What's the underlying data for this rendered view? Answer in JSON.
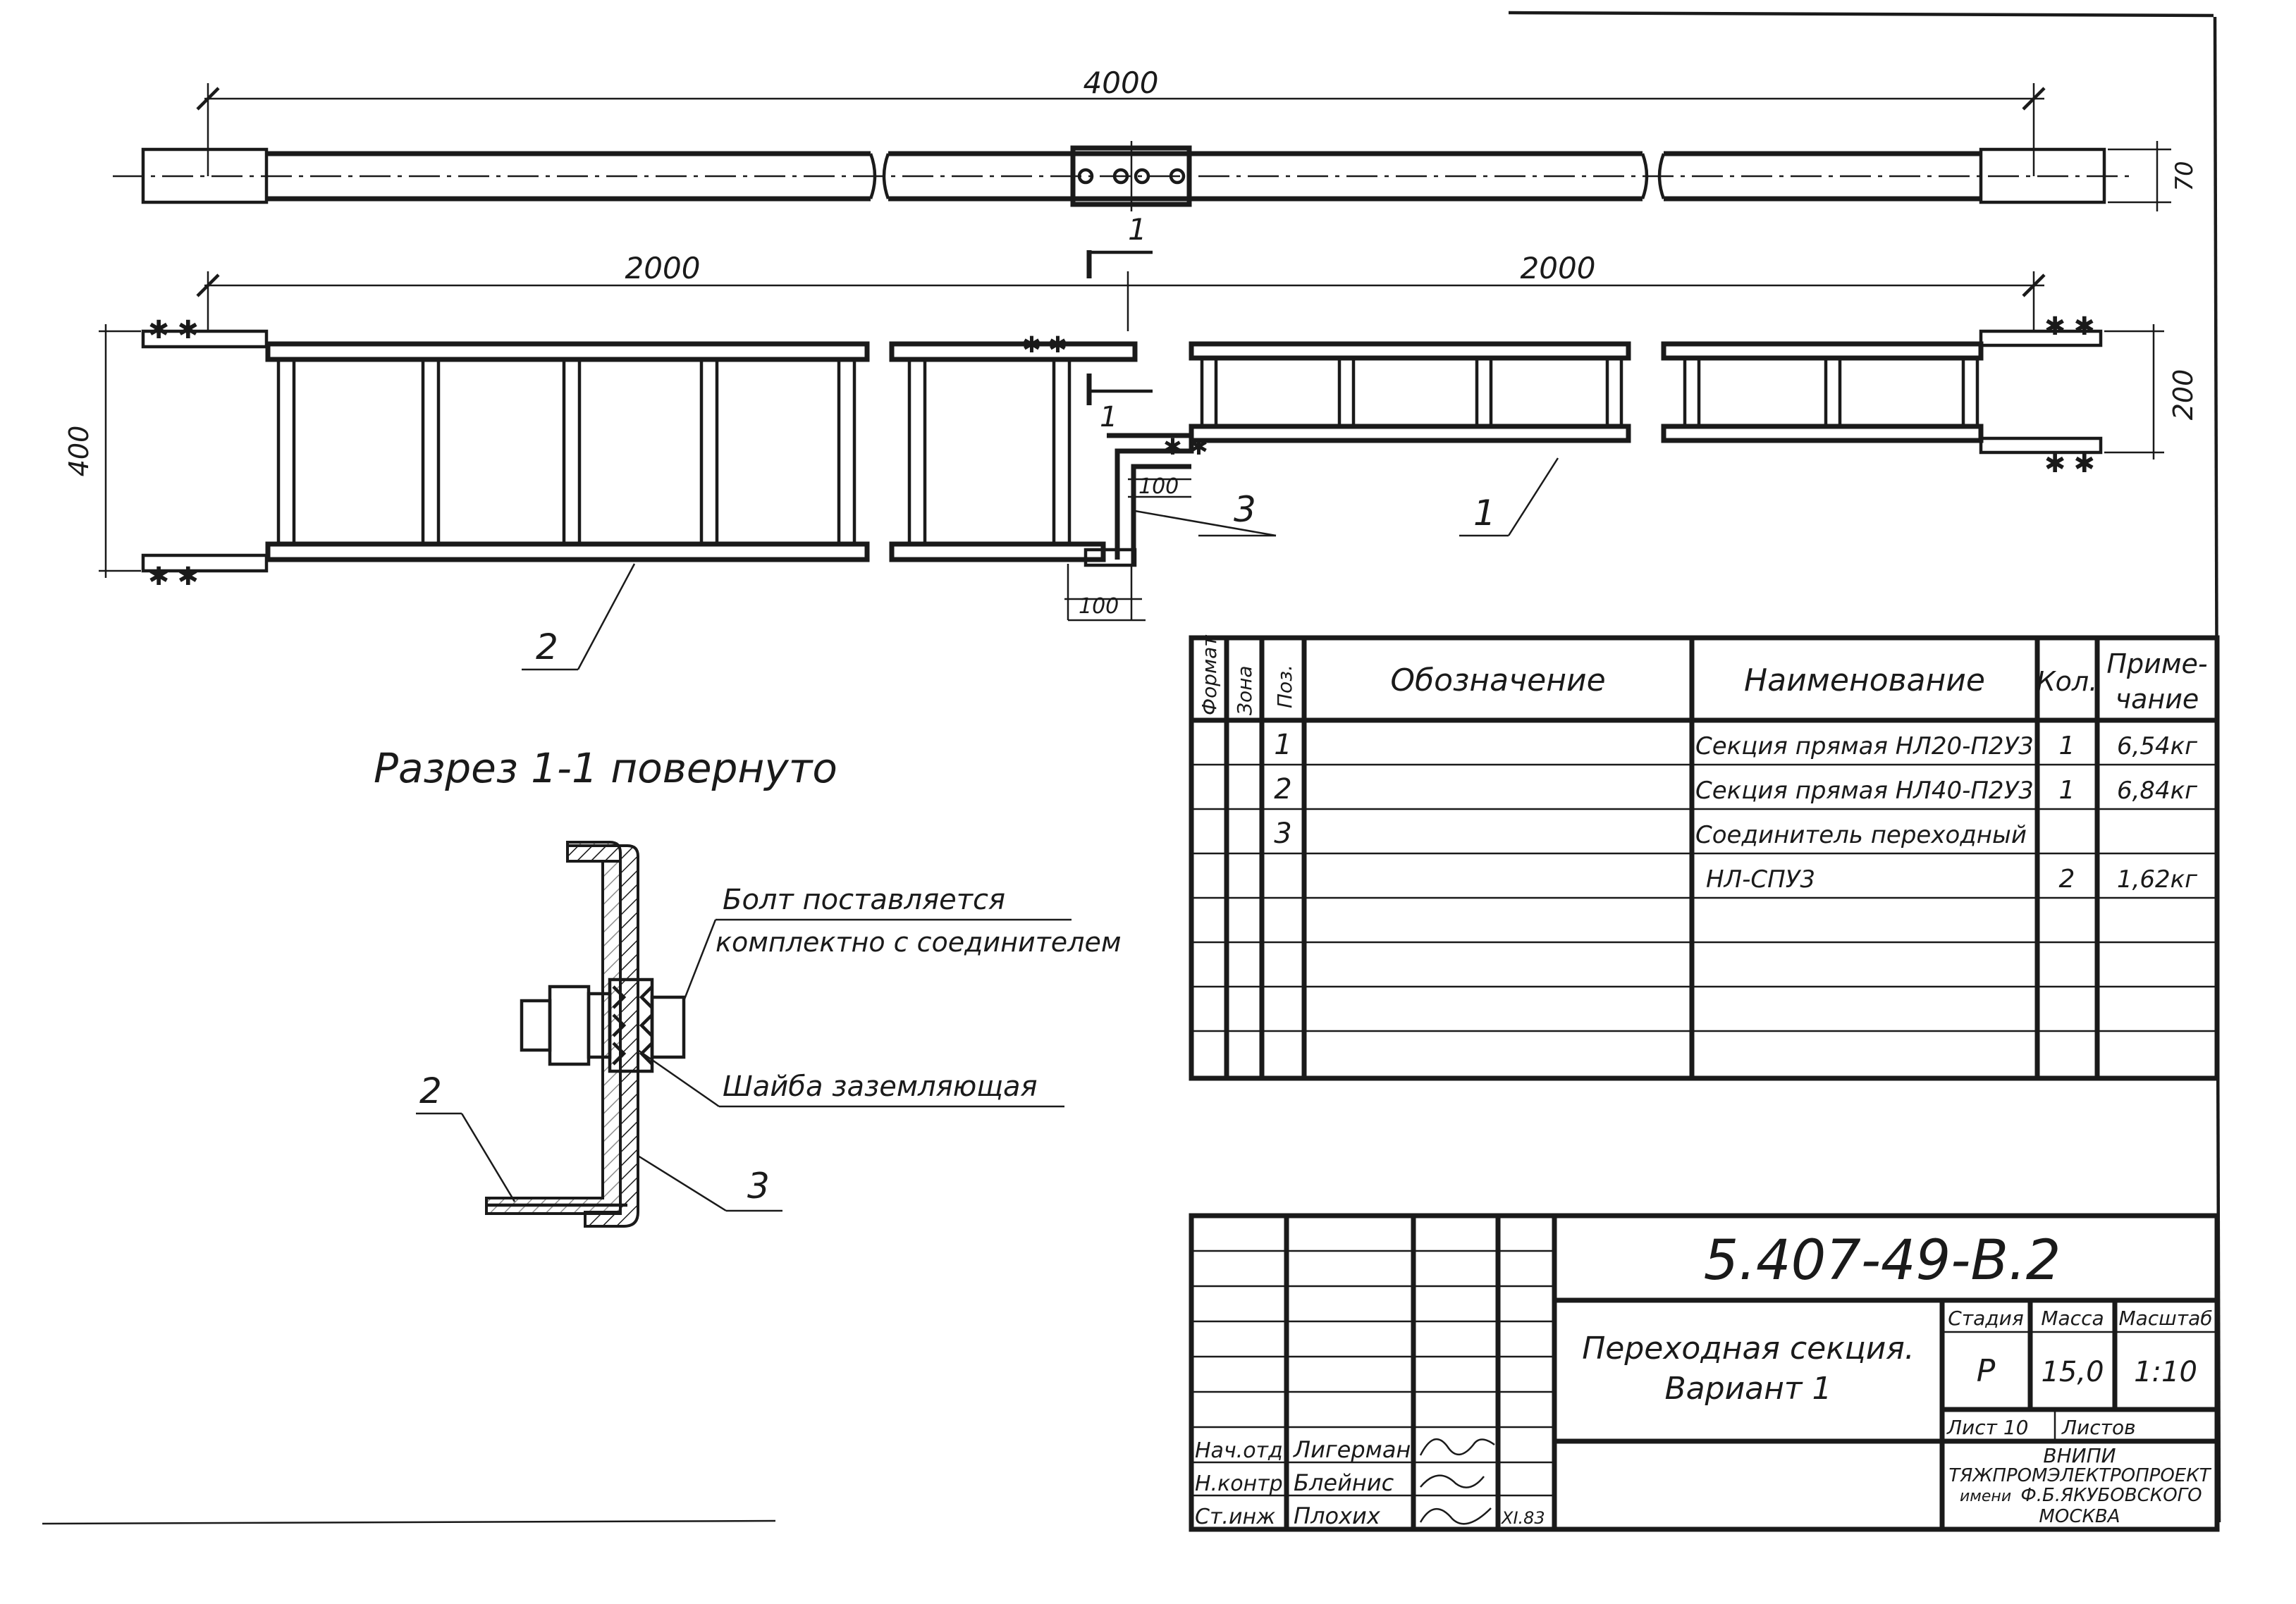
{
  "dimensions": {
    "overall_length": "4000",
    "half_length_left": "2000",
    "half_length_right": "2000",
    "width_wide": "400",
    "width_narrow": "200",
    "offset_a": "100",
    "offset_b": "100",
    "tray_height": "70"
  },
  "callouts": {
    "pos1": "1",
    "pos2": "2",
    "pos3": "3",
    "section_mark_top": "1",
    "section_mark_bottom": "1"
  },
  "section_view": {
    "title": "Разрез 1-1 повернуто",
    "bolt_note_line1": "Болт поставляется",
    "bolt_note_line2": "комплектно с соединителем",
    "washer_note": "Шайба заземляющая",
    "pos2": "2",
    "pos3": "3"
  },
  "spec_table": {
    "headers": {
      "format": "Формат",
      "zone": "Зона",
      "pos": "Поз.",
      "designation": "Обозначение",
      "name": "Наименование",
      "qty": "Кол.",
      "note_line1": "Приме-",
      "note_line2": "чание"
    },
    "rows": [
      {
        "pos": "1",
        "name": "Секция прямая НЛ20-П2У3",
        "qty": "1",
        "note": "6,54кг"
      },
      {
        "pos": "2",
        "name": "Секция прямая НЛ40-П2У3",
        "qty": "1",
        "note": "6,84кг"
      },
      {
        "pos": "3",
        "name": "Соединитель переходный",
        "qty": "",
        "note": ""
      },
      {
        "pos": "",
        "name": "НЛ-СПУ3",
        "qty": "2",
        "note": "1,62кг"
      }
    ]
  },
  "title_block": {
    "doc_number": "5.407-49-В.2",
    "title_line1": "Переходная секция.",
    "title_line2": "Вариант 1",
    "stage_label": "Стадия",
    "mass_label": "Масса",
    "scale_label": "Масштаб",
    "stage": "Р",
    "mass": "15,0",
    "scale": "1:10",
    "sheet": "Лист 10",
    "sheets": "Листов",
    "org_line1": "ВНИПИ",
    "org_line2": "ТЯЖПРОМЭЛЕКТРОПРОЕКТ",
    "org_line3_prefix": "имени",
    "org_line3": "Ф.Б.ЯКУБОВСКОГО",
    "org_line4": "МОСКВА",
    "signatures": [
      {
        "role": "Нач.отд.",
        "name": "Лигерман"
      },
      {
        "role": "Н.контр.",
        "name": "Блейнис"
      },
      {
        "role": "Ст.инж",
        "name": "Плохих",
        "date": "XI.83"
      }
    ]
  }
}
